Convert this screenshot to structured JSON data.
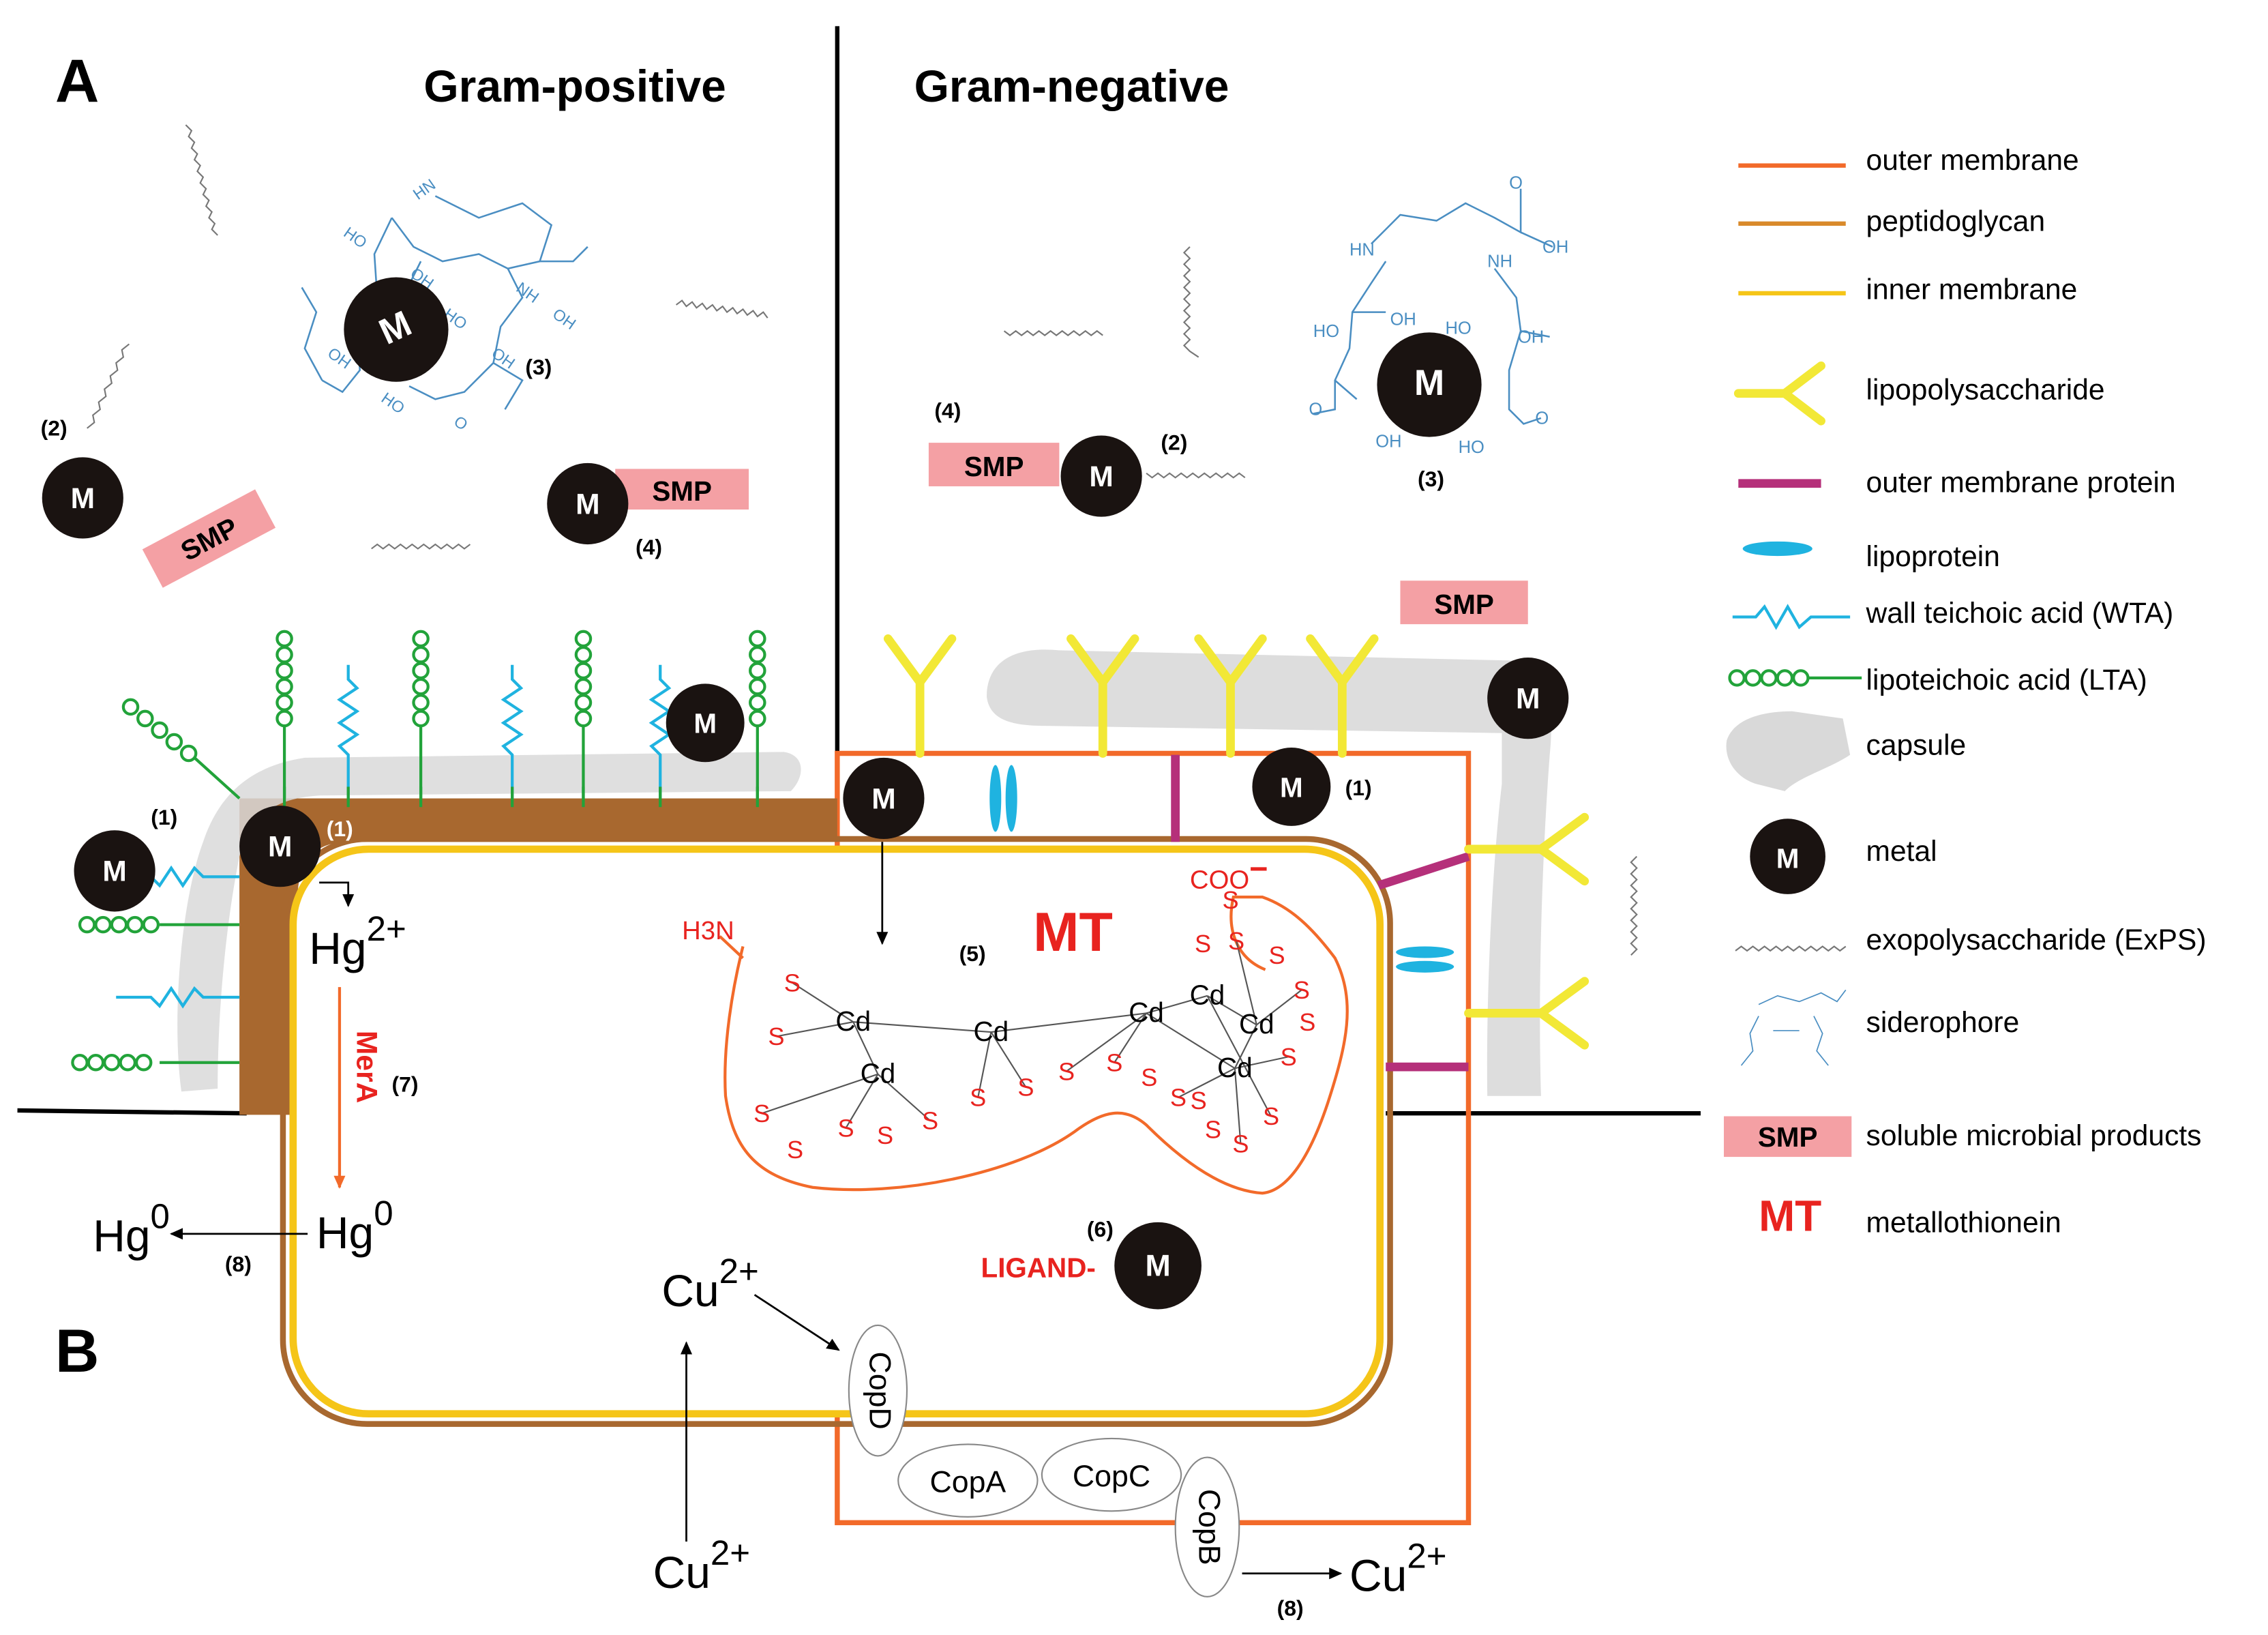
{
  "panels": {
    "a_label": "A",
    "b_label": "B",
    "gram_positive_title": "Gram-positive",
    "gram_negative_title": "Gram-negative"
  },
  "metal_label": "M",
  "smp_label": "SMP",
  "numbers": {
    "n1": "(1)",
    "n2": "(2)",
    "n3": "(3)",
    "n4": "(4)",
    "n5": "(5)",
    "n6": "(6)",
    "n7": "(7)",
    "n8": "(8)"
  },
  "siderophore_groups": {
    "hn": "HN",
    "nh": "NH",
    "ho": "HO",
    "oh": "OH",
    "o": "O"
  },
  "mercury": {
    "hg2": "Hg",
    "hg2_charge": "2+",
    "hg0": "Hg",
    "hg0_charge": "0",
    "mera": "MerA"
  },
  "metallothionein": {
    "title": "MT",
    "h3n": "H3N",
    "coo": "COO",
    "coo_charge": "−",
    "cd": "Cd",
    "s": "S"
  },
  "ligand_label": "LIGAND-",
  "copper": {
    "cu": "Cu",
    "cu_charge": "2+",
    "copa": "CopA",
    "copb": "CopB",
    "copc": "CopC",
    "copd": "CopD"
  },
  "legend": [
    {
      "key": "outer_membrane",
      "label": "outer membrane",
      "color": "#f26a2a"
    },
    {
      "key": "peptidoglycan",
      "label": "peptidoglycan",
      "color": "#d98a2b"
    },
    {
      "key": "inner_membrane",
      "label": "inner membrane",
      "color": "#f5c518"
    },
    {
      "key": "lipopolysaccharide",
      "label": "lipopolysaccharide",
      "color": "#f2e836"
    },
    {
      "key": "outer_membrane_protein",
      "label": "outer membrane protein",
      "color": "#b5307a"
    },
    {
      "key": "lipoprotein",
      "label": "lipoprotein",
      "color": "#1fb3e0"
    },
    {
      "key": "wta",
      "label": "wall teichoic acid (WTA)",
      "color": "#1fb3e0"
    },
    {
      "key": "lta",
      "label": "lipoteichoic acid (LTA)",
      "color": "#22a33a"
    },
    {
      "key": "capsule",
      "label": "capsule",
      "color": "#d9d9d9"
    },
    {
      "key": "metal",
      "label": "metal",
      "color": "#1a1311"
    },
    {
      "key": "exopolysaccharide",
      "label": "exopolysaccharide (ExPS)",
      "color": "#777777"
    },
    {
      "key": "siderophore",
      "label": "siderophore",
      "color": "#4a8ec2"
    },
    {
      "key": "smp",
      "label": "soluble microbial products",
      "color": "#f4a0a4"
    },
    {
      "key": "mt",
      "label": "metallothionein",
      "color": "#e8231f"
    }
  ],
  "legend_symbols": {
    "mt_symbol": "MT"
  },
  "colors": {
    "outer_membrane": "#f26a2a",
    "peptidoglycan_wall": "#a8682f",
    "inner_membrane": "#f5c518",
    "membrane_protein": "#b5307a",
    "lipoprotein": "#1fb3e0",
    "lta": "#22a33a",
    "metal": "#1a1311",
    "smp": "#f4a0a4",
    "mt_text": "#e8231f",
    "mera_arrow": "#f26a2a"
  }
}
